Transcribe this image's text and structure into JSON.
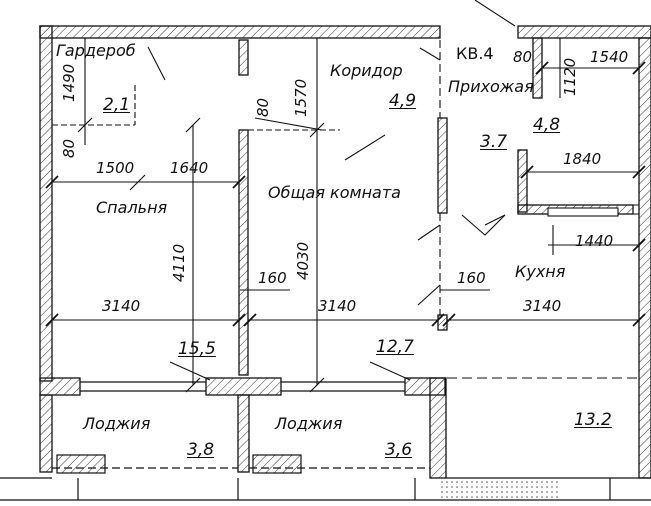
{
  "apartment": {
    "label": "КВ.4"
  },
  "rooms": [
    {
      "id": "wardrobe",
      "name": "Гардероб",
      "area": "2,1"
    },
    {
      "id": "bedroom",
      "name": "Спальня",
      "area": "15,5"
    },
    {
      "id": "corridor",
      "name": "Коридор",
      "area": "4,9"
    },
    {
      "id": "hall",
      "name": "Прихожая",
      "area": "4,8"
    },
    {
      "id": "living",
      "name": "Общая комната",
      "area": "12,7"
    },
    {
      "id": "kitchen",
      "name": "Кухня",
      "area": "13.2"
    },
    {
      "id": "loggia1",
      "name": "Лоджия",
      "area": "3,8"
    },
    {
      "id": "loggia2",
      "name": "Лоджия",
      "area": "3,6"
    },
    {
      "id": "storage",
      "name": "",
      "area": "3.7"
    }
  ],
  "dimensions": {
    "d1490": "1490",
    "d80a": "80",
    "d1500": "1500",
    "d1640": "1640",
    "d4110": "4110",
    "d3140a": "3140",
    "d80b": "80",
    "d1570": "1570",
    "d4030": "4030",
    "d160a": "160",
    "d3140b": "3140",
    "d80c": "80",
    "d1540": "1540",
    "d1120": "1120",
    "d1840": "1840",
    "d1440": "1440",
    "d160b": "160",
    "d3140c": "3140"
  }
}
